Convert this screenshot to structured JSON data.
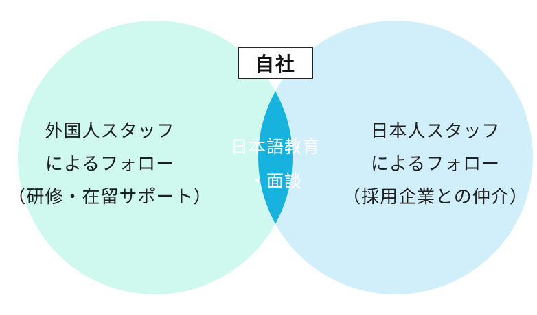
{
  "colors": {
    "left_circle": "#cff8ef",
    "right_circle": "#d1eefb",
    "overlap": "#17b2de",
    "text_dark": "#1f1f1f",
    "text_light": "#ffffff",
    "badge_border": "#222222"
  },
  "left": {
    "lines": [
      "外国人スタッフ",
      "によるフォロー",
      "（研修・在留サポート）"
    ]
  },
  "right": {
    "lines": [
      "日本人スタッフ",
      "によるフォロー",
      "（採用企業との仲介）"
    ]
  },
  "center": {
    "badge": "自社",
    "lines": [
      "日本語教育",
      "・面談"
    ]
  }
}
